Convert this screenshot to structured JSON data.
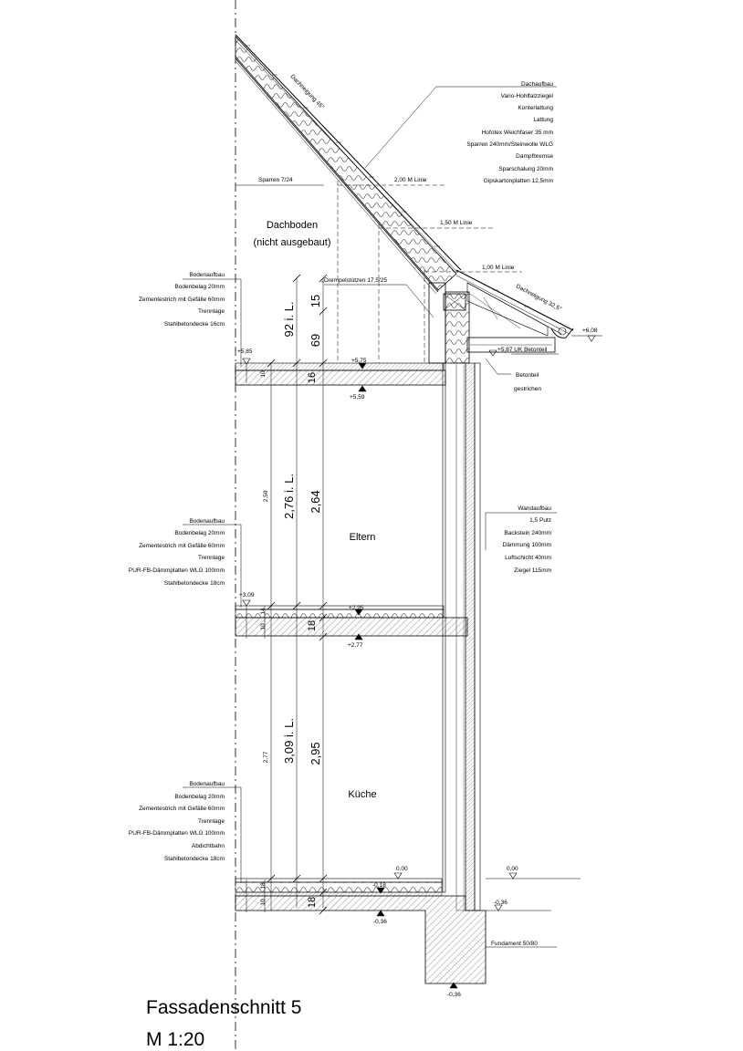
{
  "title": "Fassadenschnitt 5",
  "scale": "M 1:20",
  "roof": {
    "heading": "Dachaufbau",
    "layers": [
      "Vario-Hohlfalzziegel",
      "Konterlattung",
      "Lattung",
      "Hofotex Weichfaser 35 mm",
      "Sparren 240mm/Steinwolle WLG",
      "Dampfbremse",
      "Sparschalung 20mm",
      "Gipskartonplatten 12,5mm"
    ],
    "pitch_upper": "Dachneigung 45°",
    "pitch_lower": "Dachneigung 32,5°",
    "rafter": "Sparren 7/24",
    "line_200": "2,00 M Linie",
    "line_150": "1,50 M Linie",
    "line_100": "1,00 M Linie",
    "attic_line1": "Dachboden",
    "attic_line2": "(nicht ausgebaut)",
    "kneewall_posts": "Drempelstützen 17,5/25",
    "eaves_level": "+6,08",
    "lintel_level": "+5,87 UK Betonteil",
    "concrete_part_1": "Betonteil",
    "concrete_part_2": "gestrichen"
  },
  "floor_top": {
    "heading": "Bodenaufbau",
    "layers": [
      "Bodenbelag 20mm",
      "Zementestrich mit Gefälle 60mm",
      "Trennlage",
      "Stahlbetondecke 16cm"
    ],
    "level_left": "+5,85",
    "level_top": "+5,75",
    "level_bottom": "+5,59",
    "dim_small": "10",
    "dim_slab": "16"
  },
  "floor_mid": {
    "heading": "Bodenaufbau",
    "layers": [
      "Bodenbelag 20mm",
      "Zementestrich mit Gefälle 60mm",
      "Trennlage",
      "PUR-FB-Dämmplatten WLG 100mm",
      "Stahlbetondecke 18cm"
    ],
    "level_left": "+3,09",
    "level_top": "+2,95",
    "level_bottom": "+2,77",
    "dim_small_a": "14",
    "dim_small_b": "10",
    "dim_slab": "18"
  },
  "floor_ground": {
    "heading": "Bodenaufbau",
    "layers": [
      "Bodenbelag 20mm",
      "Zementestrich mit Gefälle 60mm",
      "Trennlage",
      "PUR-FB-Dämmplatten WLG 100mm",
      "Abdichtbahn",
      "Stahlbetondecke 18cm"
    ],
    "level_inside": "0,00",
    "level_outside": "0,00",
    "level_slab": "-0,18",
    "level_under_slab": "-0,36",
    "level_ground_right": "-0,36",
    "level_foundation": "-0,36",
    "dim_small_a": "18",
    "dim_small_b": "10",
    "dim_slab": "18",
    "foundation": "Fundament 50/80"
  },
  "wall": {
    "heading": "Wandaufbau",
    "layers": [
      "1,5 Putz",
      "Backstein 240mm",
      "Dämmung 100mm",
      "Luftschicht 40mm",
      "Ziegel 115mm"
    ]
  },
  "rooms": {
    "upper": "Eltern",
    "lower": "Küche"
  },
  "dimensions": {
    "kneewall_clear": "92 i. L.",
    "kneewall_top": "15",
    "kneewall_bottom": "69",
    "upper_struct": "2,50",
    "upper_clear": "2,76 i. L.",
    "upper_height": "2,64",
    "lower_struct": "2,77",
    "lower_clear": "3,09 i. L.",
    "lower_height": "2,95"
  }
}
